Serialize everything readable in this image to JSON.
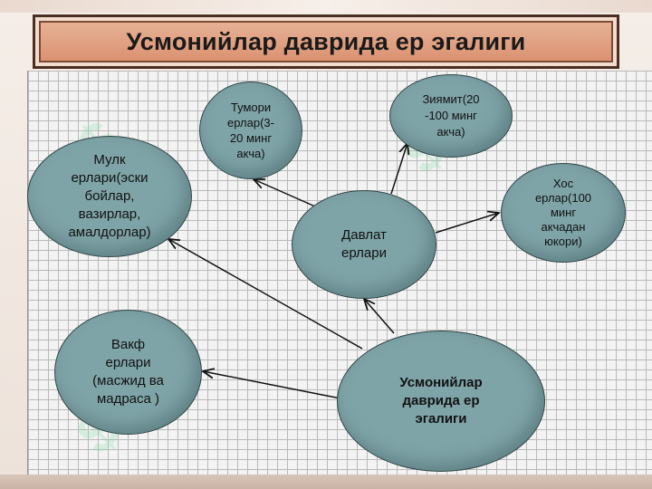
{
  "title": "Усмонийлар даврида ер эгалиги",
  "nodes": {
    "center": "Усмонийлар\nдаврида ер\nэгалиги",
    "davlat": "Давлат\nерлари",
    "mulk": "Мулк\nерлари(эски\nбойлар,\nвазирлар,\nамалдорлар)",
    "vakf": "Вакф\nерлари\n(масжид ва\nмадраса )",
    "tumori": "Тумори\nерлар(3-\n20 минг\nакча)",
    "ziyamit": "Зиямит(20\n-100 минг\nакча)",
    "hos": "Хос\nерлар(100\nминг\nакчадан\nюкори)"
  },
  "colors": {
    "node_fill": "#7fa4a8",
    "title_fill": "#d98e6c",
    "grid_line": "#b9b9b9"
  }
}
